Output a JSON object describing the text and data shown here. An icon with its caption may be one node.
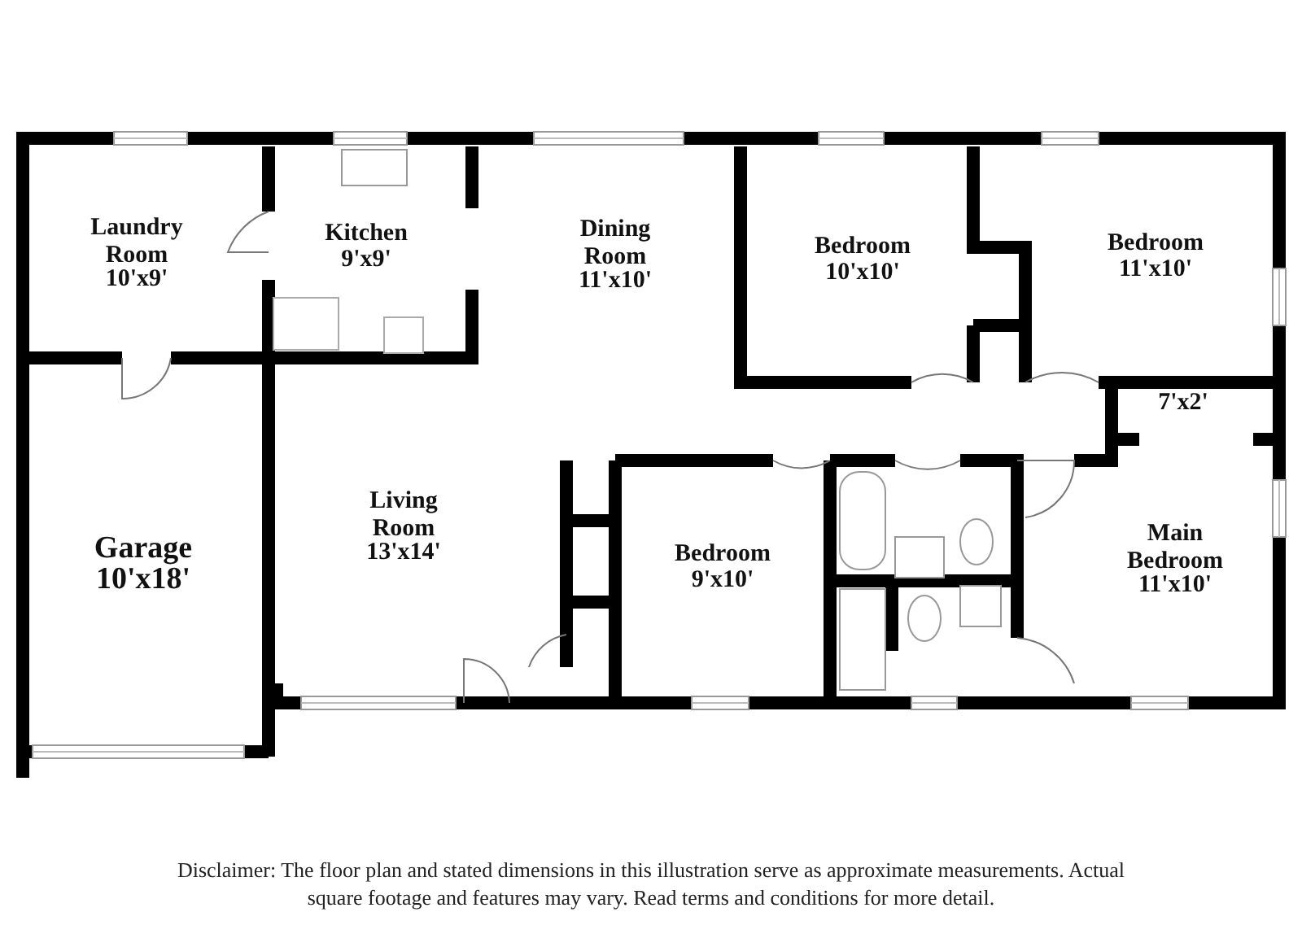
{
  "diagram": {
    "caption": "Disclaimer: The floor plan and stated dimensions in this illustration serve as approximate measurements. Actual square footage and features may vary. Read terms and conditions for more detail.",
    "labels": [
      "Laundry Room",
      "10'x9'",
      "Kitchen",
      "9'x9'",
      "Dining Room",
      "11'x10'",
      "Bedroom",
      "10'x10'",
      "Bedroom",
      "11'x10'",
      "7'x2'",
      "Garage",
      "10'x18'",
      "Living Room",
      "13'x14'",
      "Bedroom",
      "9'x10'",
      "Main Bedroom",
      "11'x10'"
    ]
  }
}
